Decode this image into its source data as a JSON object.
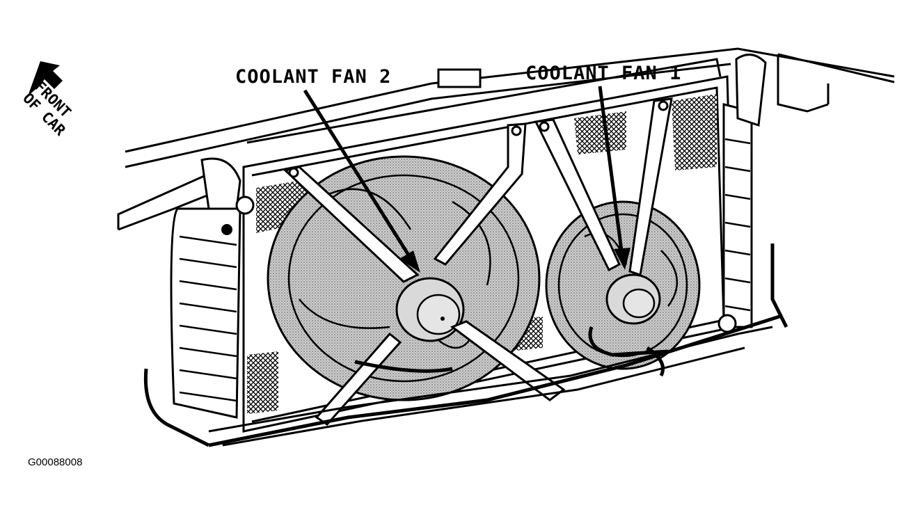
{
  "callouts": {
    "fan2": "COOLANT FAN 2",
    "fan1": "COOLANT FAN 1"
  },
  "direction": {
    "line1": "FRONT",
    "line2": "OF CAR"
  },
  "figure_code": "G00088008",
  "colors": {
    "ink": "#000000",
    "shade": "#bdbdbd",
    "paper": "#ffffff"
  }
}
